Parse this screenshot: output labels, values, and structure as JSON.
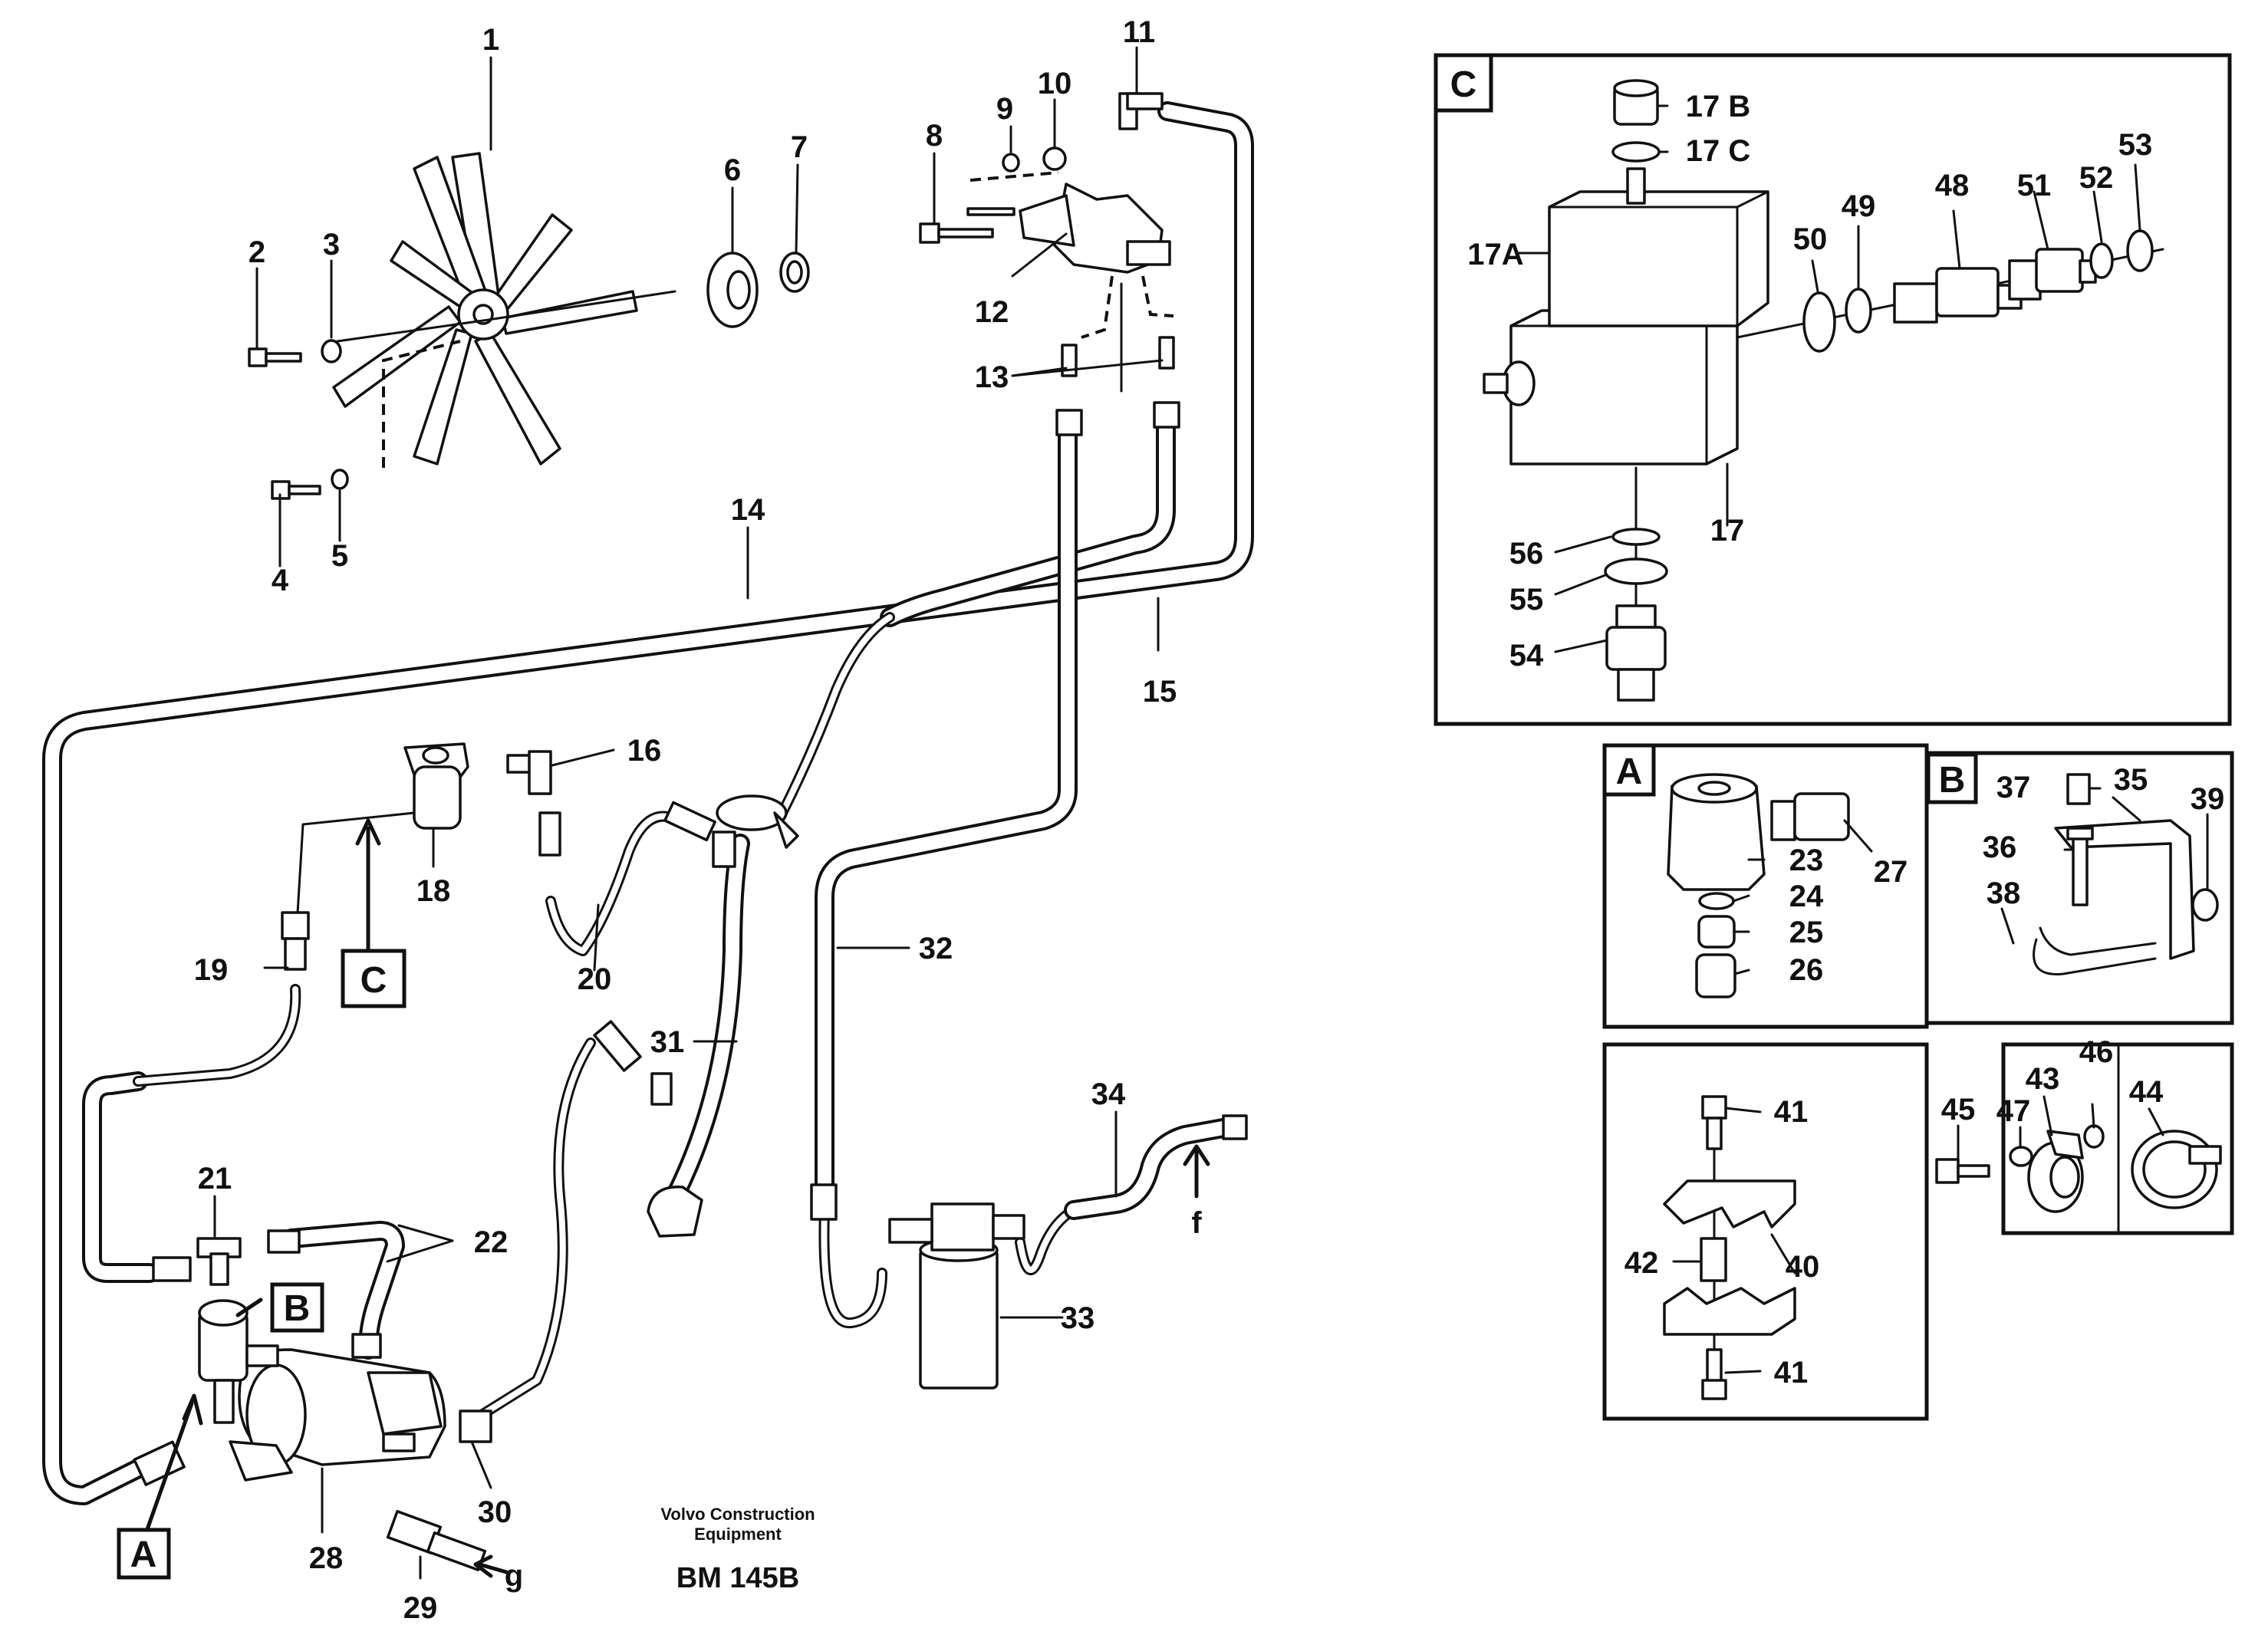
{
  "callouts": {
    "c1": "1",
    "c2": "2",
    "c3": "3",
    "c4": "4",
    "c5": "5",
    "c6": "6",
    "c7": "7",
    "c8": "8",
    "c9": "9",
    "c10": "10",
    "c11": "11",
    "c12": "12",
    "c13": "13",
    "c14": "14",
    "c15": "15",
    "c16": "16",
    "c17": "17",
    "c17a": "17A",
    "c17b": "17 B",
    "c17c": "17 C",
    "c18": "18",
    "c19": "19",
    "c20": "20",
    "c21": "21",
    "c22": "22",
    "c23": "23",
    "c24": "24",
    "c25": "25",
    "c26": "26",
    "c27": "27",
    "c28": "28",
    "c29": "29",
    "c30": "30",
    "c31": "31",
    "c32": "32",
    "c33": "33",
    "c34": "34",
    "c35": "35",
    "c36": "36",
    "c37": "37",
    "c38": "38",
    "c39": "39",
    "c40": "40",
    "c41a": "41",
    "c41b": "41",
    "c42": "42",
    "c43": "43",
    "c44": "44",
    "c45": "45",
    "c46": "46",
    "c47": "47",
    "c48": "48",
    "c49": "49",
    "c50": "50",
    "c51": "51",
    "c52": "52",
    "c53": "53",
    "c54": "54",
    "c55": "55",
    "c56": "56",
    "cf": "f",
    "cg": "g"
  },
  "detail_markers": {
    "a_ref": "A",
    "b_ref": "B",
    "c_ref": "C",
    "a_box": "A",
    "b_box": "B",
    "c_box": "C"
  },
  "footer": {
    "company_line1": "Volvo Construction",
    "company_line2": "Equipment",
    "drawing_code": "BM 145B"
  }
}
